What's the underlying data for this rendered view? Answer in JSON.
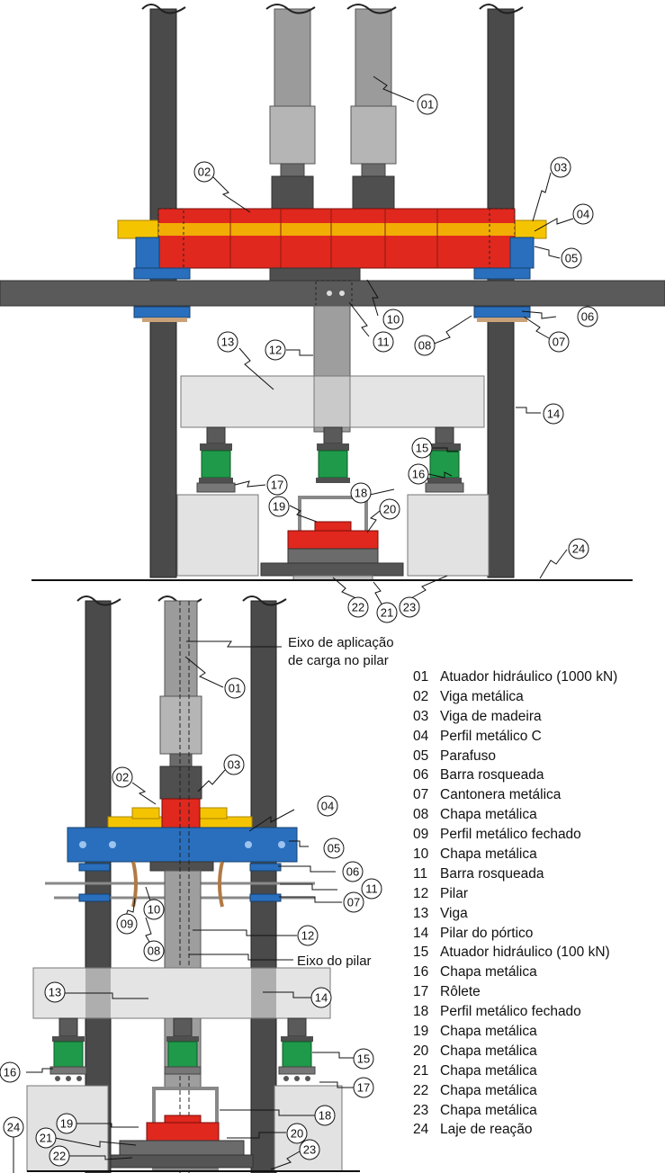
{
  "annotations": {
    "load_axis": [
      "Eixo de aplicação",
      "de carga no pilar"
    ],
    "column_axis": "Eixo do pilar"
  },
  "callouts": {
    "c01": "01",
    "c02": "02",
    "c03": "03",
    "c04": "04",
    "c05": "05",
    "c06": "06",
    "c07": "07",
    "c08": "08",
    "c09": "09",
    "c10": "10",
    "c11": "11",
    "c12": "12",
    "c13": "13",
    "c14": "14",
    "c15": "15",
    "c16": "16",
    "c17": "17",
    "c18": "18",
    "c19": "19",
    "c20": "20",
    "c21": "21",
    "c22": "22",
    "c23": "23",
    "c24": "24"
  },
  "legend": [
    {
      "code": "01",
      "text": "Atuador hidráulico (1000 kN)"
    },
    {
      "code": "02",
      "text": "Viga metálica"
    },
    {
      "code": "03",
      "text": "Viga de madeira"
    },
    {
      "code": "04",
      "text": "Perfil metálico C"
    },
    {
      "code": "05",
      "text": "Parafuso"
    },
    {
      "code": "06",
      "text": "Barra rosqueada"
    },
    {
      "code": "07",
      "text": "Cantonera metálica"
    },
    {
      "code": "08",
      "text": "Chapa metálica"
    },
    {
      "code": "09",
      "text": "Perfil metálico fechado"
    },
    {
      "code": "10",
      "text": "Chapa metálica"
    },
    {
      "code": "11",
      "text": "Barra rosqueada"
    },
    {
      "code": "12",
      "text": "Pilar"
    },
    {
      "code": "13",
      "text": "Viga"
    },
    {
      "code": "14",
      "text": "Pilar do pórtico"
    },
    {
      "code": "15",
      "text": "Atuador hidráulico (100 kN)"
    },
    {
      "code": "16",
      "text": "Chapa metálica"
    },
    {
      "code": "17",
      "text": "Rôlete"
    },
    {
      "code": "18",
      "text": "Perfil metálico fechado"
    },
    {
      "code": "19",
      "text": "Chapa metálica"
    },
    {
      "code": "20",
      "text": "Chapa metálica"
    },
    {
      "code": "21",
      "text": "Chapa metálica"
    },
    {
      "code": "22",
      "text": "Chapa metálica"
    },
    {
      "code": "23",
      "text": "Chapa metálica"
    },
    {
      "code": "24",
      "text": "Laje de reação"
    }
  ],
  "colors": {
    "steel_dark": "#4a4a4a",
    "actuator_gray": "#a3a3a3",
    "beam_red": "#e0281e",
    "wood_yellow": "#f5c400",
    "profile_blue": "#2a6fbd",
    "actuator_green": "#1f9a4a",
    "concrete": "#dcdcdc"
  }
}
